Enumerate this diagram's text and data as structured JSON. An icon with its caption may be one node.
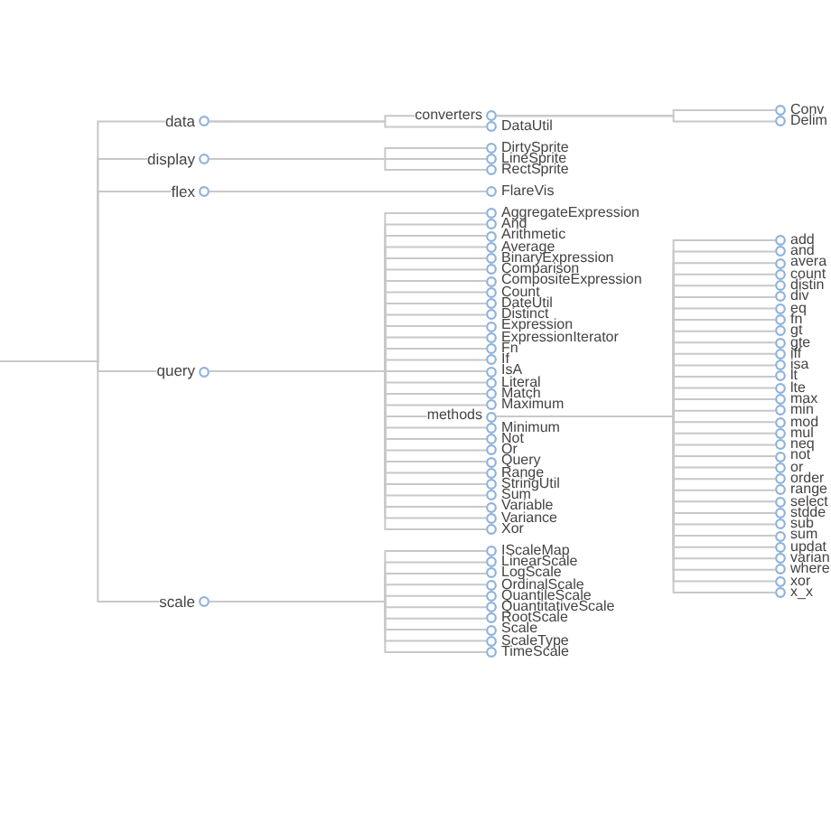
{
  "diagram": {
    "nodes": [
      {
        "text": [
          "data"
        ]
      },
      {
        "text": [
          "converters"
        ]
      },
      {
        "text": [
          "Conv"
        ]
      },
      {
        "text": [
          "Delim"
        ]
      },
      {
        "text": [
          "DataUtil"
        ]
      },
      {
        "text": [
          "display"
        ]
      },
      {
        "text": [
          "DirtySprite"
        ]
      },
      {
        "text": [
          "LineSprite"
        ]
      },
      {
        "text": [
          "RectSprite"
        ]
      },
      {
        "text": [
          "flex"
        ]
      },
      {
        "text": [
          "FlareVis"
        ]
      },
      {
        "text": [
          "query"
        ]
      },
      {
        "text": [
          "AggregateExpression"
        ]
      },
      {
        "text": [
          "And"
        ]
      },
      {
        "text": [
          "Arithmetic"
        ]
      },
      {
        "text": [
          "Average"
        ]
      },
      {
        "text": [
          "BinaryExpression"
        ]
      },
      {
        "text": [
          "Comparison"
        ]
      },
      {
        "text": [
          "CompositeExpression"
        ]
      },
      {
        "text": [
          "Count"
        ]
      },
      {
        "text": [
          "DateUtil"
        ]
      },
      {
        "text": [
          "Distinct"
        ]
      },
      {
        "text": [
          "Expression"
        ]
      },
      {
        "text": [
          "ExpressionIterator"
        ]
      },
      {
        "text": [
          "Fn"
        ]
      },
      {
        "text": [
          "If"
        ]
      },
      {
        "text": [
          "IsA"
        ]
      },
      {
        "text": [
          "Literal"
        ]
      },
      {
        "text": [
          "Match"
        ]
      },
      {
        "text": [
          "Maximum"
        ]
      },
      {
        "text": [
          "methods"
        ]
      },
      {
        "text": [
          "add"
        ]
      },
      {
        "text": [
          "and"
        ]
      },
      {
        "text": [
          "avera"
        ]
      },
      {
        "text": [
          "count"
        ]
      },
      {
        "text": [
          "distin"
        ]
      },
      {
        "text": [
          "div"
        ]
      },
      {
        "text": [
          "eq"
        ]
      },
      {
        "text": [
          "fn"
        ]
      },
      {
        "text": [
          "gt"
        ]
      },
      {
        "text": [
          "gte"
        ]
      },
      {
        "text": [
          "iff"
        ]
      },
      {
        "text": [
          "isa"
        ]
      },
      {
        "text": [
          "lt"
        ]
      },
      {
        "text": [
          "lte"
        ]
      },
      {
        "text": [
          "max"
        ]
      },
      {
        "text": [
          "min"
        ]
      },
      {
        "text": [
          "mod"
        ]
      },
      {
        "text": [
          "mul"
        ]
      },
      {
        "text": [
          "neq"
        ]
      },
      {
        "text": [
          "not"
        ]
      },
      {
        "text": [
          "or"
        ]
      },
      {
        "text": [
          "order"
        ]
      },
      {
        "text": [
          "range"
        ]
      },
      {
        "text": [
          "select"
        ]
      },
      {
        "text": [
          "stdde"
        ]
      },
      {
        "text": [
          "sub"
        ]
      },
      {
        "text": [
          "sum"
        ]
      },
      {
        "text": [
          "updat"
        ]
      },
      {
        "text": [
          "varian"
        ]
      },
      {
        "text": [
          "where"
        ]
      },
      {
        "text": [
          "xor"
        ]
      },
      {
        "text": [
          "x_x"
        ]
      },
      {
        "text": [
          "Minimum"
        ]
      },
      {
        "text": [
          "Not"
        ]
      },
      {
        "text": [
          "Or"
        ]
      },
      {
        "text": [
          "Query"
        ]
      },
      {
        "text": [
          "Range"
        ]
      },
      {
        "text": [
          "StringUtil"
        ]
      },
      {
        "text": [
          "Sum"
        ]
      },
      {
        "text": [
          "Variable"
        ]
      },
      {
        "text": [
          "Variance"
        ]
      },
      {
        "text": [
          "Xor"
        ]
      },
      {
        "text": [
          "scale"
        ]
      },
      {
        "text": [
          "IScaleMap"
        ]
      },
      {
        "text": [
          "LinearScale"
        ]
      },
      {
        "text": [
          "LogScale"
        ]
      },
      {
        "text": [
          "OrdinalScale"
        ]
      },
      {
        "text": [
          "QuantileScale"
        ]
      },
      {
        "text": [
          "QuantitativeScale"
        ]
      },
      {
        "text": [
          "RootScale"
        ]
      },
      {
        "text": [
          "Scale"
        ]
      },
      {
        "text": [
          "ScaleType"
        ]
      },
      {
        "text": [
          "TimeScale"
        ]
      }
    ],
    "edges": [
      {
        "from": null,
        "to": 0,
        "arrow": "none"
      },
      {
        "from": 0,
        "to": 1,
        "arrow": "none"
      },
      {
        "from": 1,
        "to": 2,
        "arrow": "none"
      },
      {
        "from": 1,
        "to": 3,
        "arrow": "none"
      },
      {
        "from": 0,
        "to": 4,
        "arrow": "none"
      },
      {
        "from": null,
        "to": 5,
        "arrow": "none"
      },
      {
        "from": 5,
        "to": 6,
        "arrow": "none"
      },
      {
        "from": 5,
        "to": 7,
        "arrow": "none"
      },
      {
        "from": 5,
        "to": 8,
        "arrow": "none"
      },
      {
        "from": null,
        "to": 9,
        "arrow": "none"
      },
      {
        "from": 9,
        "to": 10,
        "arrow": "none"
      },
      {
        "from": null,
        "to": 11,
        "arrow": "none"
      },
      {
        "from": 11,
        "to": 12,
        "arrow": "none"
      },
      {
        "from": 11,
        "to": 13,
        "arrow": "none"
      },
      {
        "from": 11,
        "to": 14,
        "arrow": "none"
      },
      {
        "from": 11,
        "to": 15,
        "arrow": "none"
      },
      {
        "from": 11,
        "to": 16,
        "arrow": "none"
      },
      {
        "from": 11,
        "to": 17,
        "arrow": "none"
      },
      {
        "from": 11,
        "to": 18,
        "arrow": "none"
      },
      {
        "from": 11,
        "to": 19,
        "arrow": "none"
      },
      {
        "from": 11,
        "to": 20,
        "arrow": "none"
      },
      {
        "from": 11,
        "to": 21,
        "arrow": "none"
      },
      {
        "from": 11,
        "to": 22,
        "arrow": "none"
      },
      {
        "from": 11,
        "to": 23,
        "arrow": "none"
      },
      {
        "from": 11,
        "to": 24,
        "arrow": "none"
      },
      {
        "from": 11,
        "to": 25,
        "arrow": "none"
      },
      {
        "from": 11,
        "to": 26,
        "arrow": "none"
      },
      {
        "from": 11,
        "to": 27,
        "arrow": "none"
      },
      {
        "from": 11,
        "to": 28,
        "arrow": "none"
      },
      {
        "from": 11,
        "to": 29,
        "arrow": "none"
      },
      {
        "from": 11,
        "to": 30,
        "arrow": "none"
      },
      {
        "from": 30,
        "to": 31,
        "arrow": "none"
      },
      {
        "from": 30,
        "to": 32,
        "arrow": "none"
      },
      {
        "from": 30,
        "to": 33,
        "arrow": "none"
      },
      {
        "from": 30,
        "to": 34,
        "arrow": "none"
      },
      {
        "from": 30,
        "to": 35,
        "arrow": "none"
      },
      {
        "from": 30,
        "to": 36,
        "arrow": "none"
      },
      {
        "from": 30,
        "to": 37,
        "arrow": "none"
      },
      {
        "from": 30,
        "to": 38,
        "arrow": "none"
      },
      {
        "from": 30,
        "to": 39,
        "arrow": "none"
      },
      {
        "from": 30,
        "to": 40,
        "arrow": "none"
      },
      {
        "from": 30,
        "to": 41,
        "arrow": "none"
      },
      {
        "from": 30,
        "to": 42,
        "arrow": "none"
      },
      {
        "from": 30,
        "to": 43,
        "arrow": "none"
      },
      {
        "from": 30,
        "to": 44,
        "arrow": "none"
      },
      {
        "from": 30,
        "to": 45,
        "arrow": "none"
      },
      {
        "from": 30,
        "to": 46,
        "arrow": "none"
      },
      {
        "from": 30,
        "to": 47,
        "arrow": "none"
      },
      {
        "from": 30,
        "to": 48,
        "arrow": "none"
      },
      {
        "from": 30,
        "to": 49,
        "arrow": "none"
      },
      {
        "from": 30,
        "to": 50,
        "arrow": "none"
      },
      {
        "from": 30,
        "to": 51,
        "arrow": "none"
      },
      {
        "from": 30,
        "to": 52,
        "arrow": "none"
      },
      {
        "from": 30,
        "to": 53,
        "arrow": "none"
      },
      {
        "from": 30,
        "to": 54,
        "arrow": "none"
      },
      {
        "from": 30,
        "to": 55,
        "arrow": "none"
      },
      {
        "from": 30,
        "to": 56,
        "arrow": "none"
      },
      {
        "from": 30,
        "to": 57,
        "arrow": "none"
      },
      {
        "from": 30,
        "to": 58,
        "arrow": "none"
      },
      {
        "from": 30,
        "to": 59,
        "arrow": "none"
      },
      {
        "from": 30,
        "to": 60,
        "arrow": "none"
      },
      {
        "from": 30,
        "to": 61,
        "arrow": "none"
      },
      {
        "from": 30,
        "to": 62,
        "arrow": "none"
      },
      {
        "from": 11,
        "to": 63,
        "arrow": "none"
      },
      {
        "from": 11,
        "to": 64,
        "arrow": "none"
      },
      {
        "from": 11,
        "to": 65,
        "arrow": "none"
      },
      {
        "from": 11,
        "to": 66,
        "arrow": "none"
      },
      {
        "from": 11,
        "to": 67,
        "arrow": "none"
      },
      {
        "from": 11,
        "to": 68,
        "arrow": "none"
      },
      {
        "from": 11,
        "to": 69,
        "arrow": "none"
      },
      {
        "from": 11,
        "to": 70,
        "arrow": "none"
      },
      {
        "from": 11,
        "to": 71,
        "arrow": "none"
      },
      {
        "from": 11,
        "to": 72,
        "arrow": "none"
      },
      {
        "from": null,
        "to": 73,
        "arrow": "none"
      },
      {
        "from": 73,
        "to": 74,
        "arrow": "none"
      },
      {
        "from": 73,
        "to": 75,
        "arrow": "none"
      },
      {
        "from": 73,
        "to": 76,
        "arrow": "none"
      },
      {
        "from": 73,
        "to": 77,
        "arrow": "none"
      },
      {
        "from": 73,
        "to": 78,
        "arrow": "none"
      },
      {
        "from": 73,
        "to": 79,
        "arrow": "none"
      },
      {
        "from": 73,
        "to": 80,
        "arrow": "none"
      },
      {
        "from": 73,
        "to": 81,
        "arrow": "none"
      },
      {
        "from": 73,
        "to": 82,
        "arrow": "none"
      },
      {
        "from": 73,
        "to": 83,
        "arrow": "none"
      }
    ]
  }
}
